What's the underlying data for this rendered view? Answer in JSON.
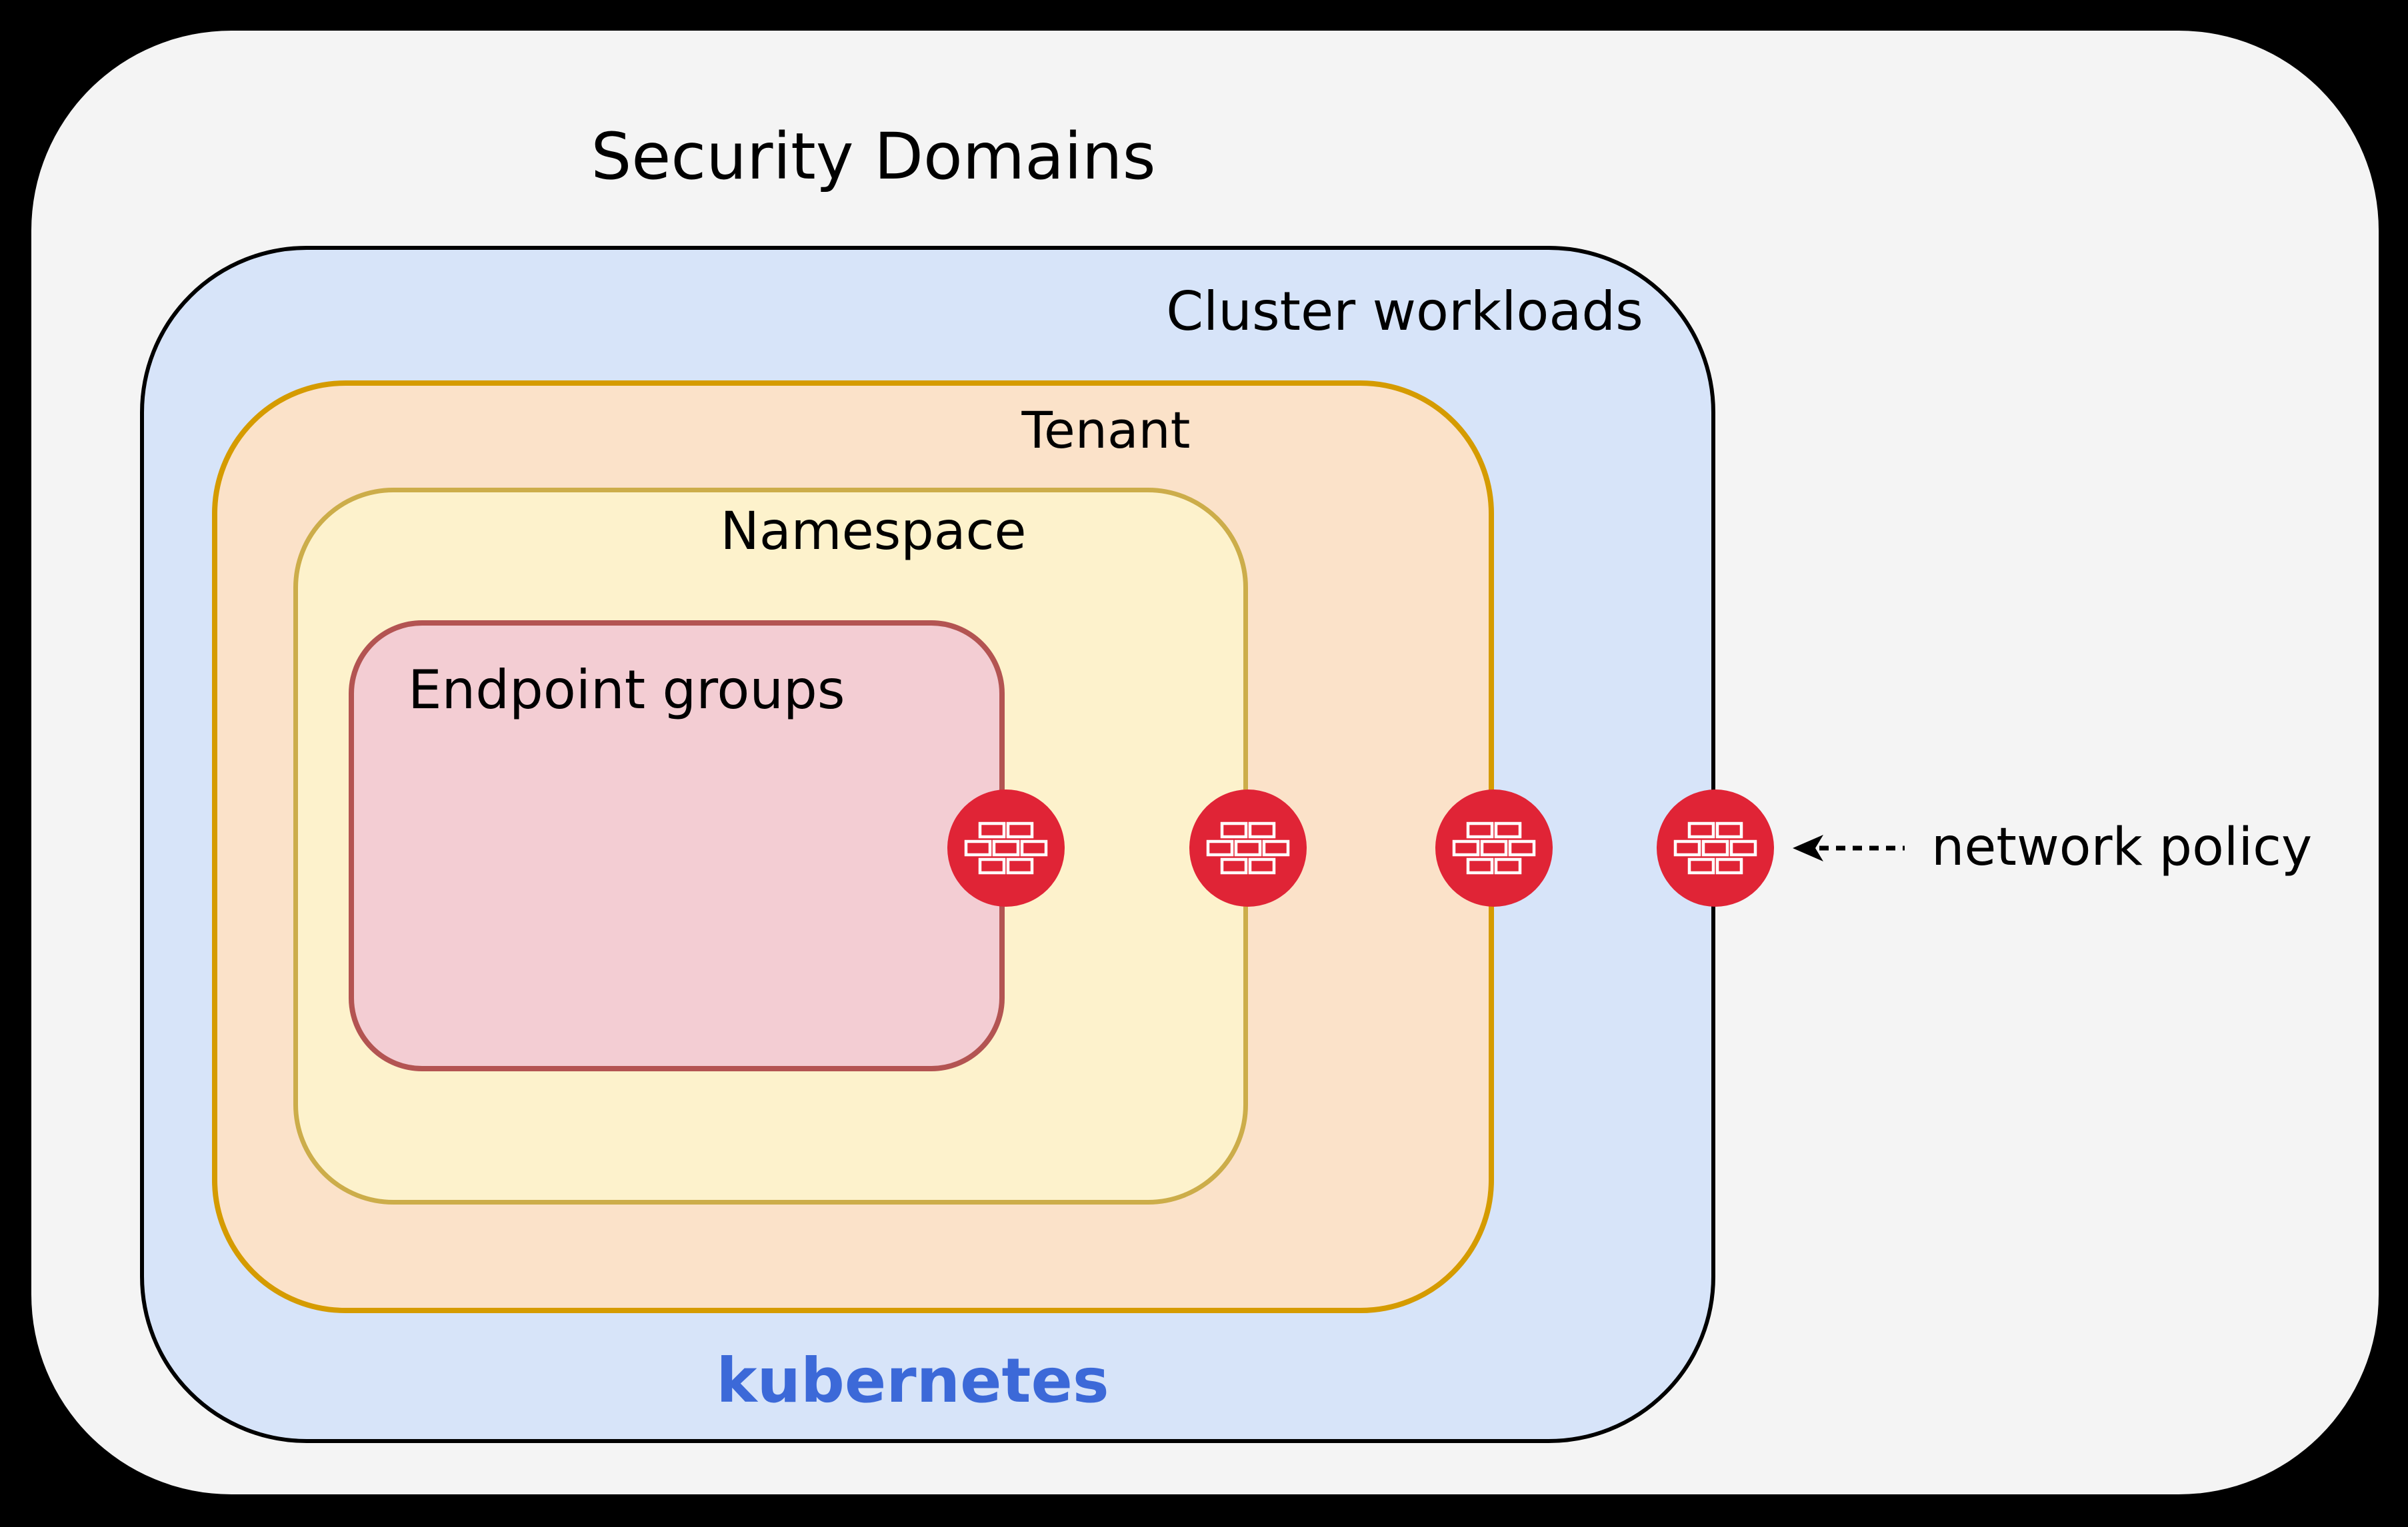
{
  "title": "Security Domains",
  "layers": {
    "cluster": {
      "label": "Cluster workloads",
      "fill": "#D7E4F9",
      "border": "#000000"
    },
    "tenant": {
      "label": "Tenant",
      "fill": "#FBE2C9",
      "border": "#D59B00"
    },
    "namespace": {
      "label": "Namespace",
      "fill": "#FDF2CC",
      "border": "#CCAD4A"
    },
    "endpoint_groups": {
      "label": "Endpoint groups",
      "fill": "#F3CDD3",
      "border": "#B35452"
    }
  },
  "kubernetes": {
    "label": "kubernetes",
    "text_color": "#3C69D8"
  },
  "annotation": {
    "label": "network policy",
    "arrow_style": "dashed",
    "arrow_color": "#000000"
  },
  "firewall": {
    "icon": "firewall-icon",
    "color": "#E02436",
    "count": 4
  },
  "canvas": {
    "background": "#000000",
    "panel_fill": "#F4F4F4"
  }
}
